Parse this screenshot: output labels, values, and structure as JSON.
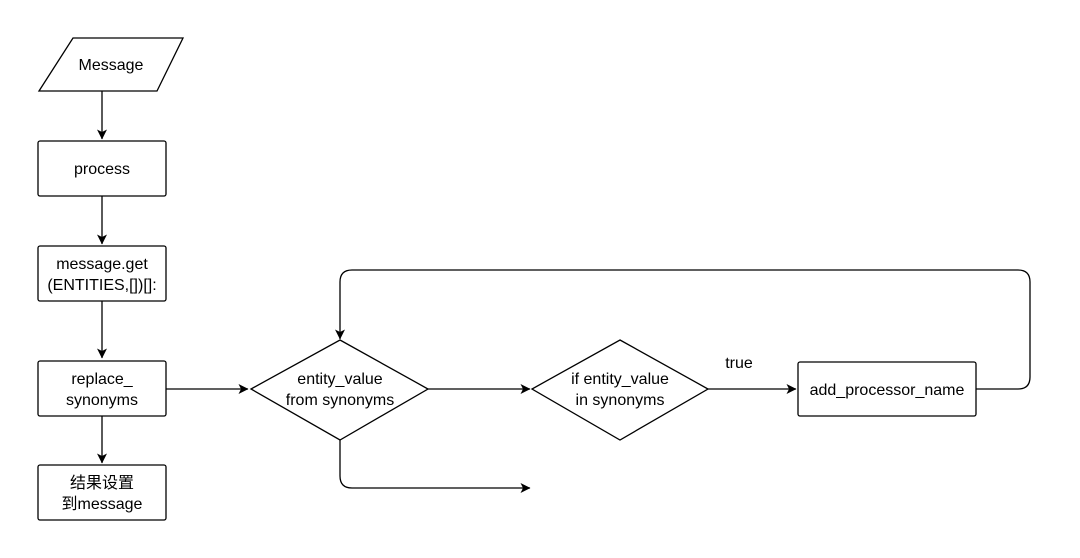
{
  "diagram": {
    "nodes": {
      "message": {
        "lines": [
          "Message"
        ]
      },
      "process": {
        "lines": [
          "process"
        ]
      },
      "get": {
        "lines": [
          "message.get",
          "(ENTITIES,[])[]:"
        ]
      },
      "replace": {
        "lines": [
          "replace_",
          "synonyms"
        ]
      },
      "result": {
        "lines": [
          "结果设置",
          "到message"
        ]
      },
      "entity": {
        "lines": [
          "entity_value",
          "from synonyms"
        ]
      },
      "check": {
        "lines": [
          "if entity_value",
          "in synonyms"
        ]
      },
      "add": {
        "lines": [
          "add_processor_name"
        ]
      }
    },
    "edge_labels": {
      "true": "true"
    },
    "colors": {
      "stroke": "#000000",
      "fill": "#ffffff",
      "text": "#000000"
    }
  }
}
